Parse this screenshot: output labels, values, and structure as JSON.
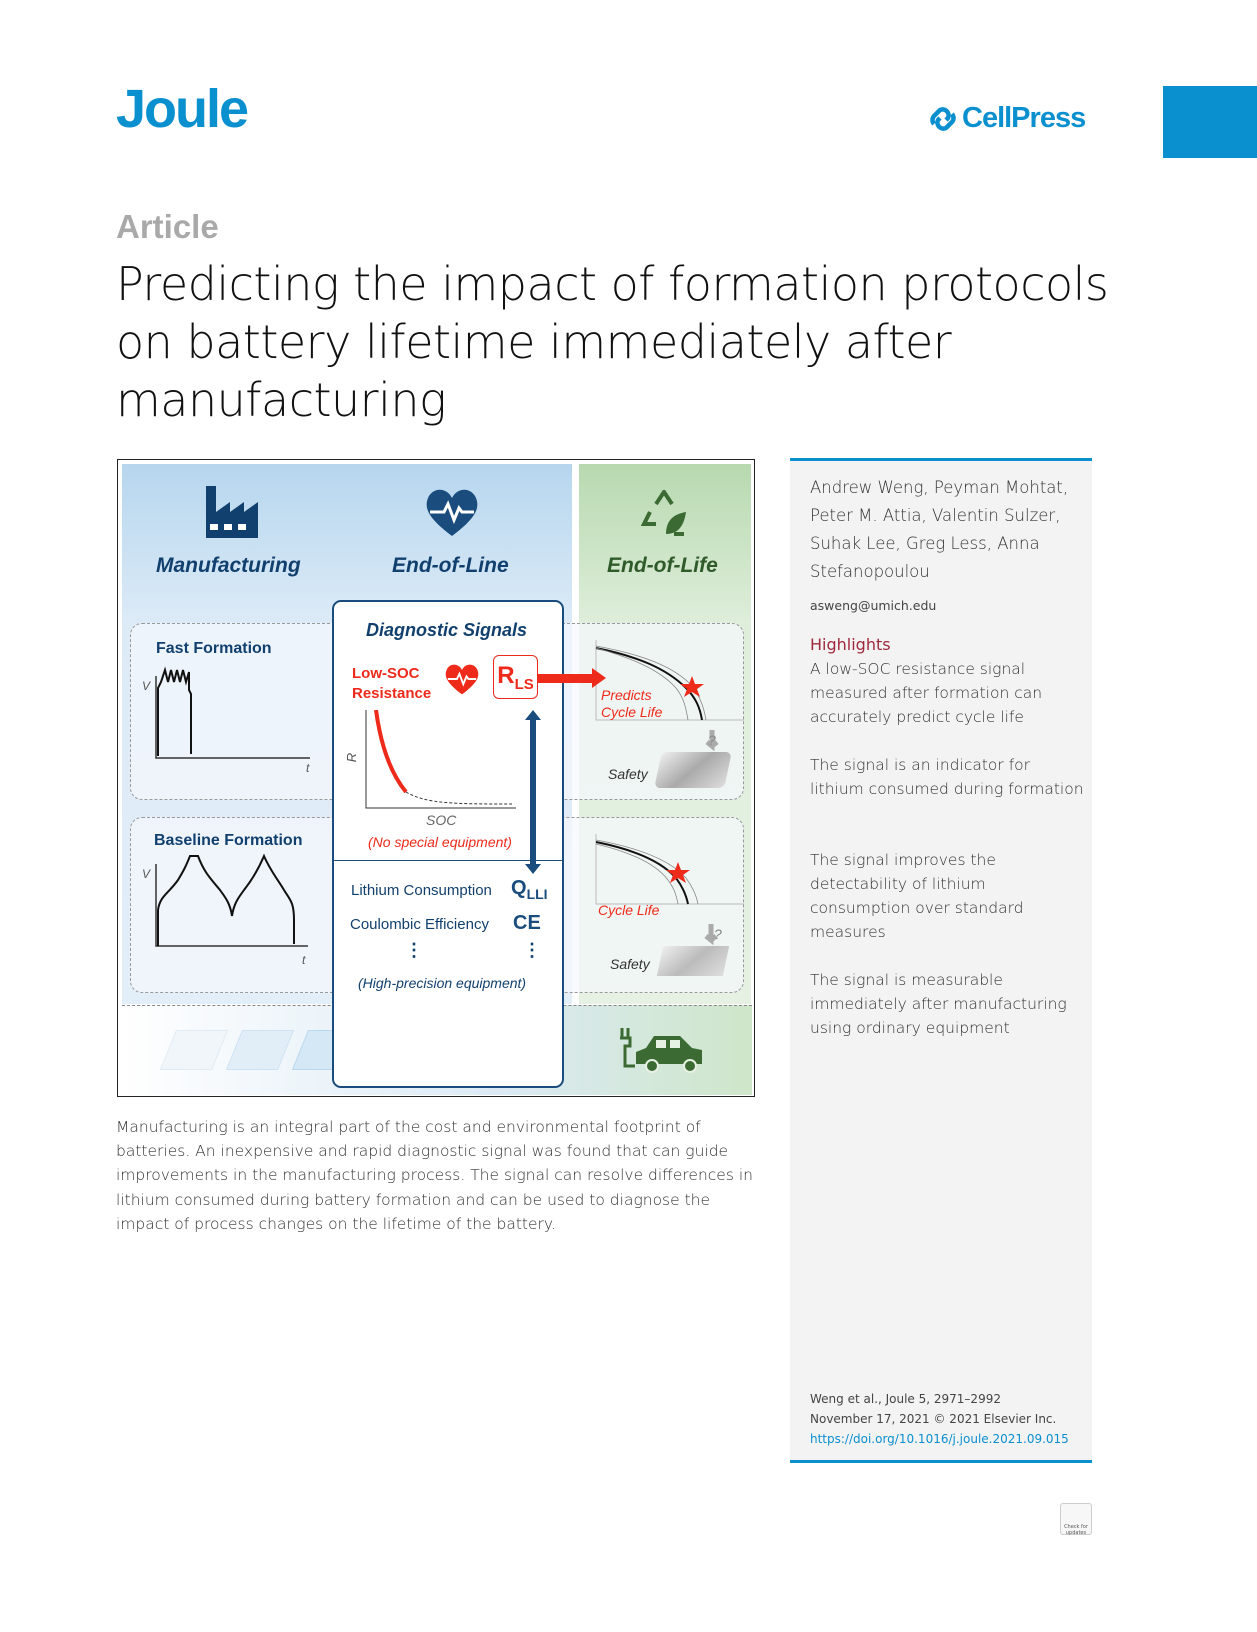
{
  "header": {
    "journal": "Joule",
    "publisher": "CellPress"
  },
  "article_type": "Article",
  "title": "Predicting the impact of formation protocols on battery lifetime immediately after manufacturing",
  "graphical_abstract": {
    "columns": [
      "Manufacturing",
      "End-of-Line",
      "End-of-Life"
    ],
    "fast_formation": "Fast Formation",
    "baseline_formation": "Baseline Formation",
    "axis_v": "V",
    "axis_t": "t",
    "axis_r": "R",
    "axis_soc": "SOC",
    "diagnostic_signals": "Diagnostic Signals",
    "low_soc_line1": "Low-SOC",
    "low_soc_line2": "Resistance",
    "rls_main": "R",
    "rls_sub": "LS",
    "no_special": "(No special equipment)",
    "lithium_consumption": "Lithium Consumption",
    "qlli_main": "Q",
    "qlli_sub": "LLI",
    "coulombic_efficiency": "Coulombic Efficiency",
    "ce": "CE",
    "ellipsis": "⋮",
    "high_precision": "(High-precision equipment)",
    "predicts_line1": "Predicts",
    "predicts_line2": "Cycle Life",
    "cycle_life": "Cycle Life",
    "safety": "Safety",
    "question": "?"
  },
  "sidebar": {
    "authors": "Andrew Weng, Peyman Mohtat, Peter M. Attia, Valentin Sulzer, Suhak Lee, Greg Less, Anna Stefanopoulou",
    "email": "asweng@umich.edu",
    "highlights_title": "Highlights",
    "highlights": [
      "A low-SOC resistance signal measured after formation can accurately predict cycle life",
      "The signal is an indicator for lithium consumed during formation",
      "The signal improves the detectability of lithium consumption over standard measures",
      "The signal is measurable immediately after manufacturing using ordinary equipment"
    ],
    "citation": "Weng et al., Joule 5, 2971–2992",
    "date": "November 17, 2021 © 2021 Elsevier Inc.",
    "doi": "https://doi.org/10.1016/j.joule.2021.09.015"
  },
  "summary": "Manufacturing is an integral part of the cost and environmental footprint of batteries. An inexpensive and rapid diagnostic signal was found that can guide improvements in the manufacturing process. The signal can resolve differences in lithium consumed during battery formation and can be used to diagnose the impact of process changes on the lifetime of the battery.",
  "check_updates": "Check for updates",
  "colors": {
    "brand": "#0a8fcf",
    "navy": "#12406e",
    "red": "#ee2a1a",
    "highlight": "#a0283c"
  }
}
